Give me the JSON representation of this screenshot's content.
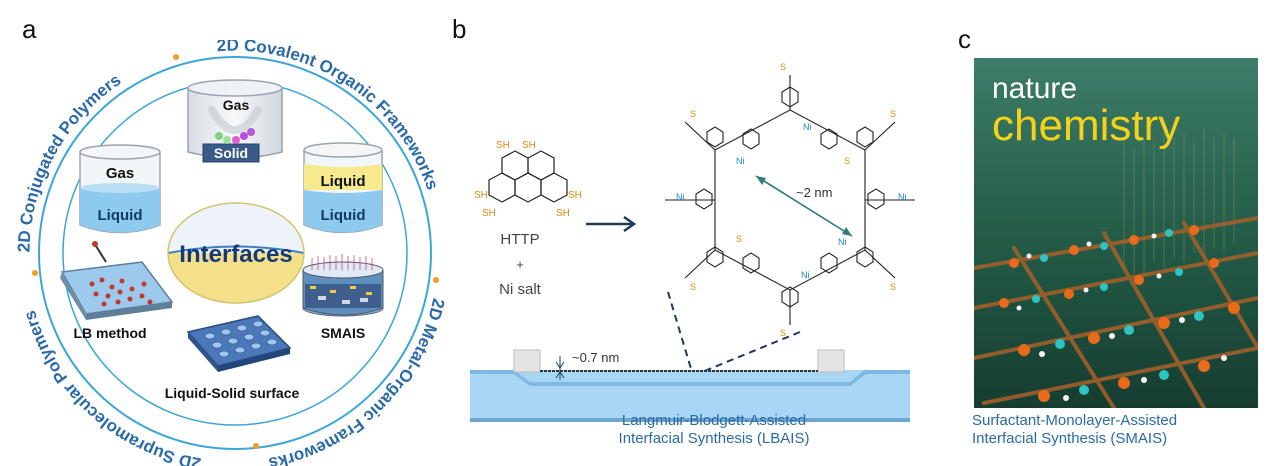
{
  "panels": {
    "a": {
      "letter": "a"
    },
    "b": {
      "letter": "b"
    },
    "c": {
      "letter": "c"
    }
  },
  "panel_a": {
    "ring_labels": [
      "2D Conjugated Polymers",
      "2D Covalent Organic Frameworks",
      "2D Metal-Organic Frameworks",
      "2D Supramolecular Polymers"
    ],
    "center_label": "Interfaces",
    "beakers": {
      "gas_solid": {
        "top": "Gas",
        "bottom": "Solid"
      },
      "gas_liquid": {
        "top": "Gas",
        "bottom": "Liquid"
      },
      "liquid_liquid": {
        "top": "Liquid",
        "bottom": "Liquid"
      }
    },
    "methods": {
      "lb": "LB method",
      "smais": "SMAIS",
      "liquid_solid": "Liquid-Solid surface"
    },
    "colors": {
      "ring": "#3aa6d8",
      "text": "#2a6aa8",
      "dot": "#f0a020",
      "liquid": "#8ec9ee",
      "center_top": "#eef3fb",
      "center_bottom": "#f5e08a"
    }
  },
  "panel_b": {
    "monomer_name": "HTTP",
    "plus": "+",
    "metal_salt": "Ni salt",
    "pore_size": "~2 nm",
    "thickness": "~0.7 nm",
    "sh_label": "SH",
    "ni_label": "Ni",
    "s_label": "S",
    "caption_line1": "Langmuir-Blodgett-Assisted",
    "caption_line2": "Interfacial Synthesis (LBAIS)",
    "colors": {
      "sulfur": "#e08a10",
      "nickel": "#1b88c8",
      "trough": "#a8d6f5"
    }
  },
  "panel_c": {
    "journal_line1": "nature",
    "journal_line2": "chemistry",
    "caption_line1": "Surfactant-Monolayer-Assisted",
    "caption_line2": "Interfacial Synthesis (SMAIS)",
    "colors": {
      "title_yellow": "#f5d21a",
      "cover_bg": "#245c48"
    }
  }
}
